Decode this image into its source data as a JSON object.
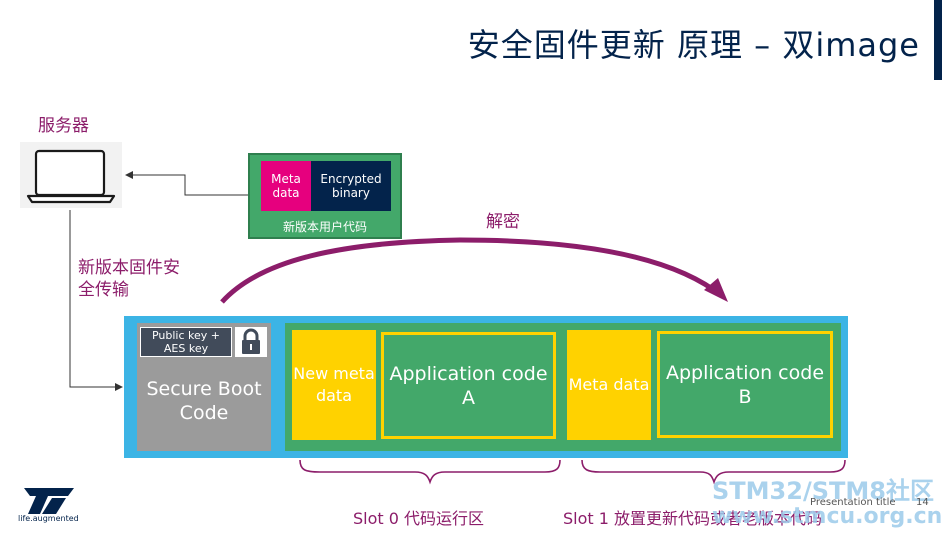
{
  "title": "安全固件更新 原理 – 双image",
  "server_label": "服务器",
  "transfer_label": "新版本固件安全传输",
  "decrypt_label": "解密",
  "package": {
    "meta": "Meta data",
    "binary": "Encrypted binary",
    "caption": "新版本用户代码"
  },
  "flash": {
    "key_text": "Public key + AES key",
    "secure_boot": "Secure Boot Code",
    "slot0_meta": "New meta data",
    "slot0_app": "Application code A",
    "slot1_meta": "Meta data",
    "slot1_app": "Application code B"
  },
  "slot0_label": "Slot 0 代码运行区",
  "slot1_label": "Slot 1 放置更新代码或者老版本代码",
  "footer": {
    "presentation_title": "Presentation title",
    "page": "14",
    "tagline": "life.augmented",
    "watermark_line1": "STM32/STM8社区",
    "watermark_line2": "www.stmcu.org.cn"
  },
  "colors": {
    "navy": "#03234b",
    "magenta": "#e6007e",
    "purple": "#8c1d6a",
    "green": "#43a86a",
    "yellow": "#ffd200",
    "cyan": "#3cb4e5",
    "gray": "#9b9b9b"
  }
}
